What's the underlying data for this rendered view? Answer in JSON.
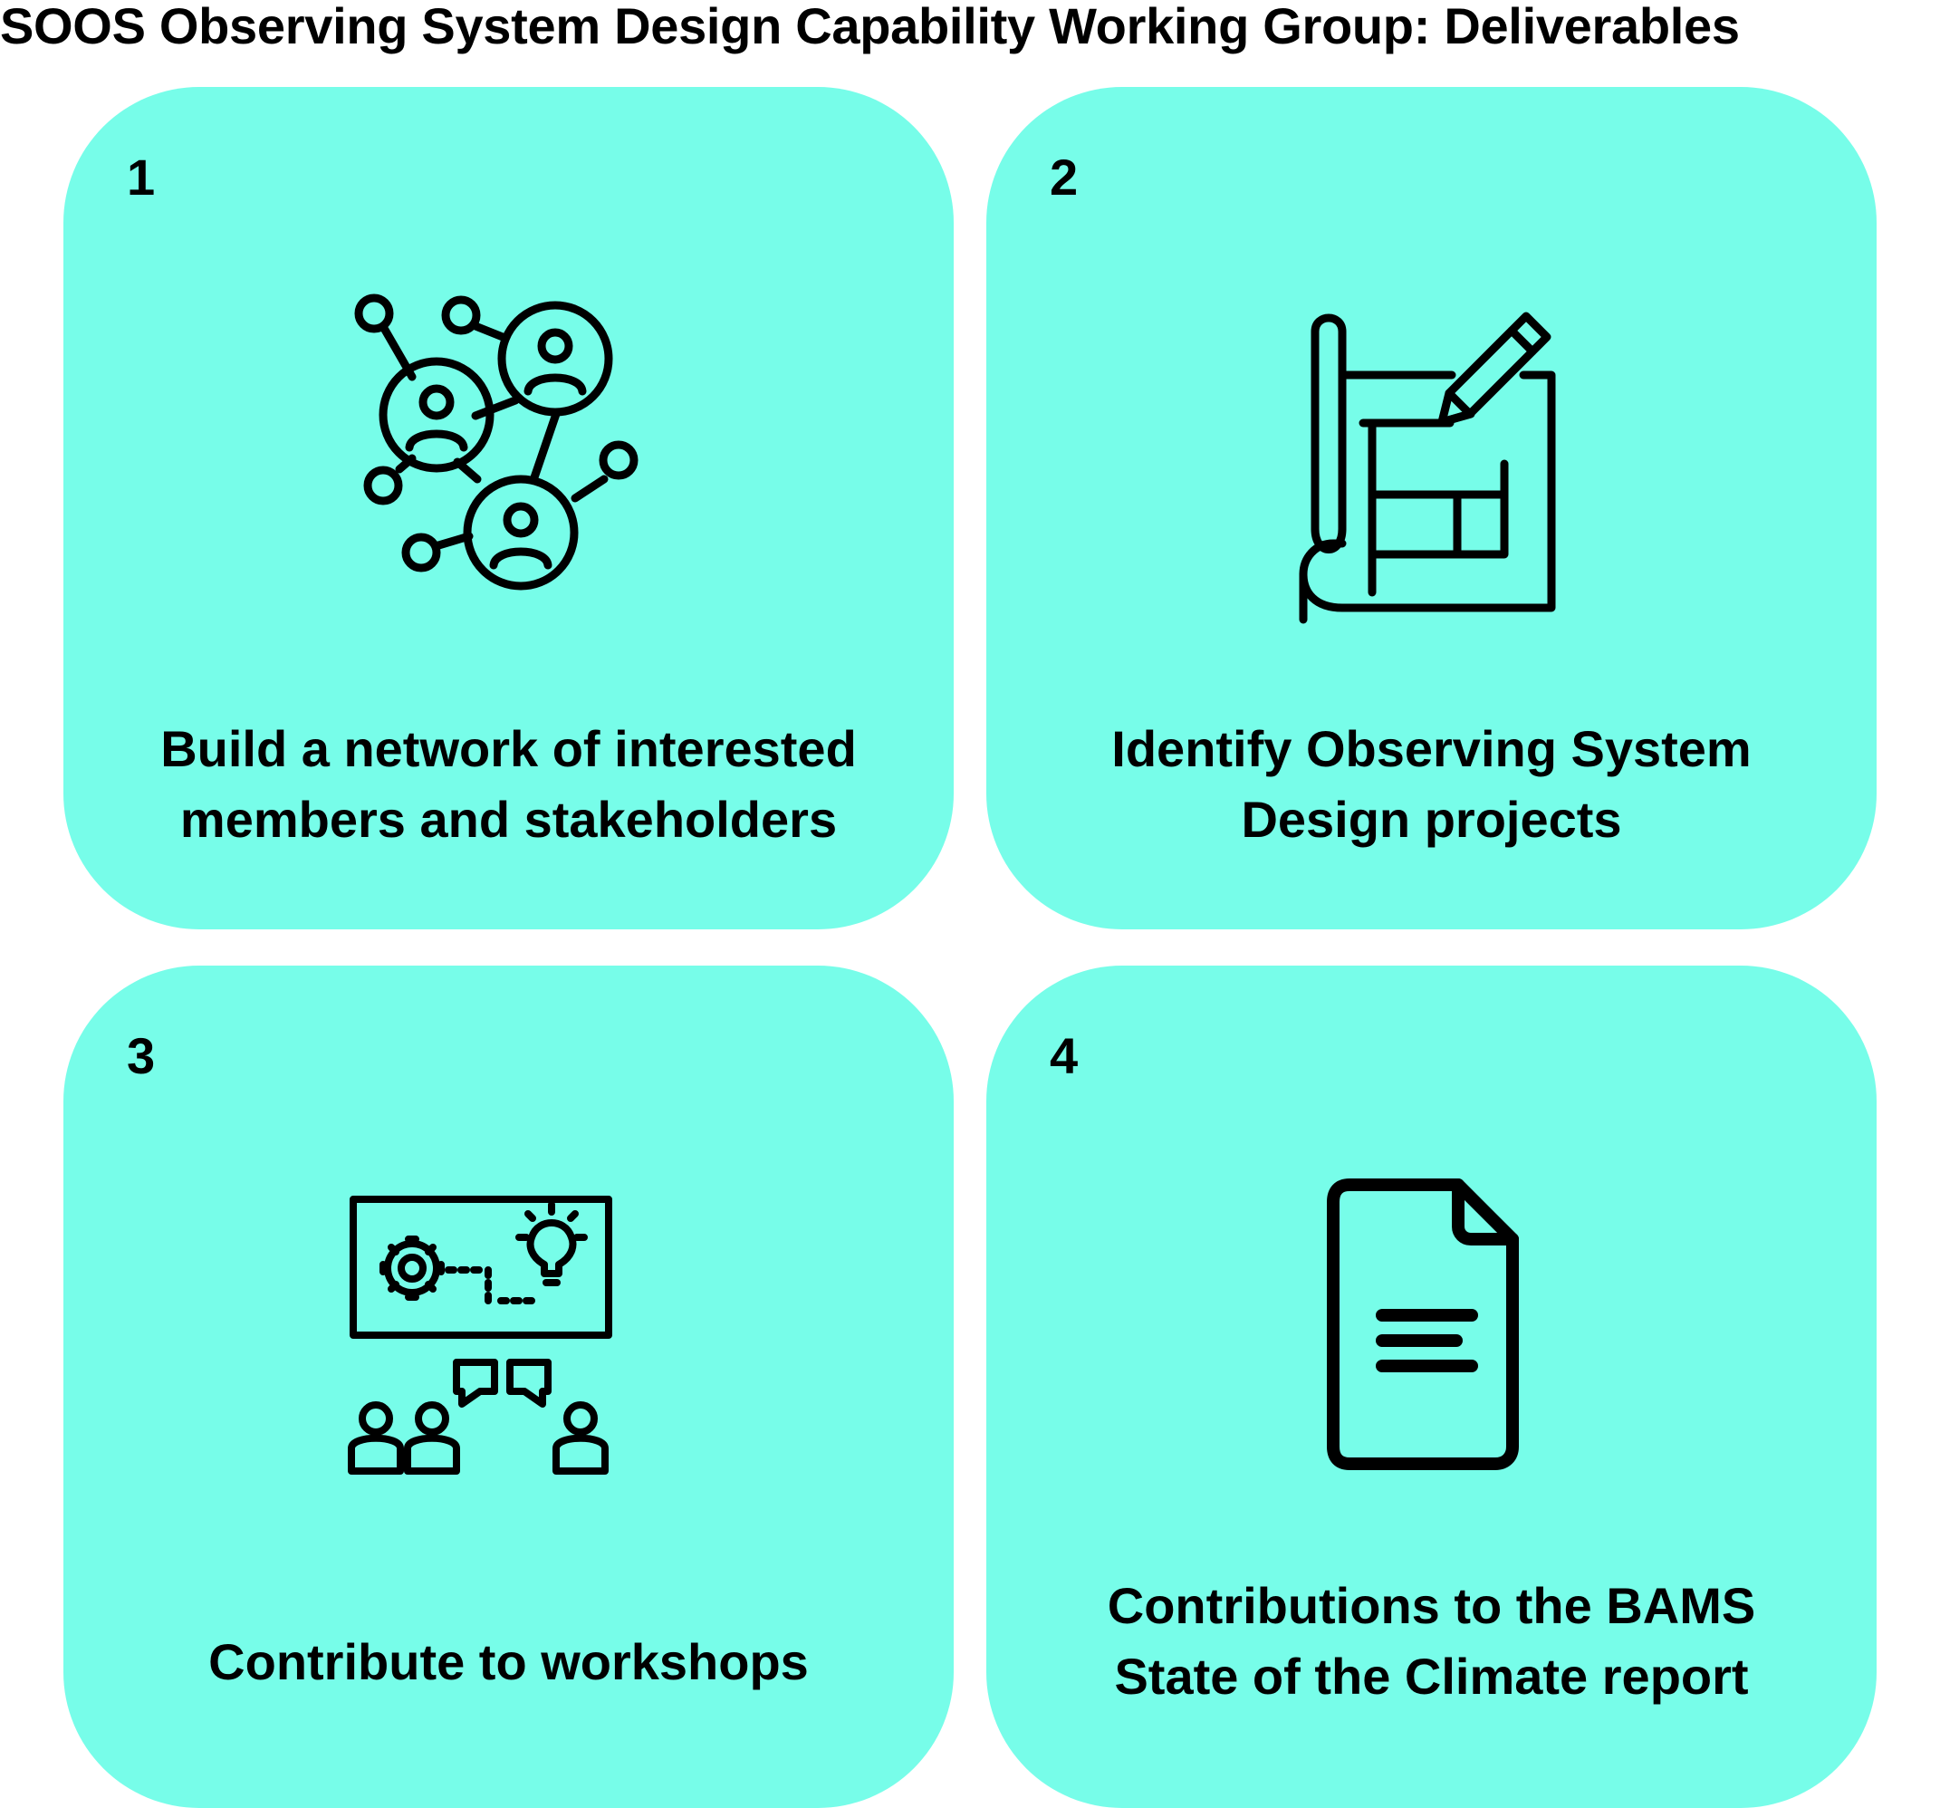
{
  "title": "SOOS Observing System Design Capability Working Group: Deliverables",
  "colors": {
    "card_background": "#77fde9",
    "icon_stroke": "#000000",
    "text": "#000000"
  },
  "deliverables": [
    {
      "number": "1",
      "icon": "network-people-icon",
      "line1": "Build a network of interested",
      "line2": "members and stakeholders"
    },
    {
      "number": "2",
      "icon": "blueprint-pencil-icon",
      "line1": "Identify Observing System",
      "line2": "Design projects"
    },
    {
      "number": "3",
      "icon": "workshop-presentation-icon",
      "line1": "Contribute to workshops",
      "line2": ""
    },
    {
      "number": "4",
      "icon": "document-icon",
      "line1": "Contributions to the BAMS",
      "line2": "State of the Climate report"
    }
  ]
}
